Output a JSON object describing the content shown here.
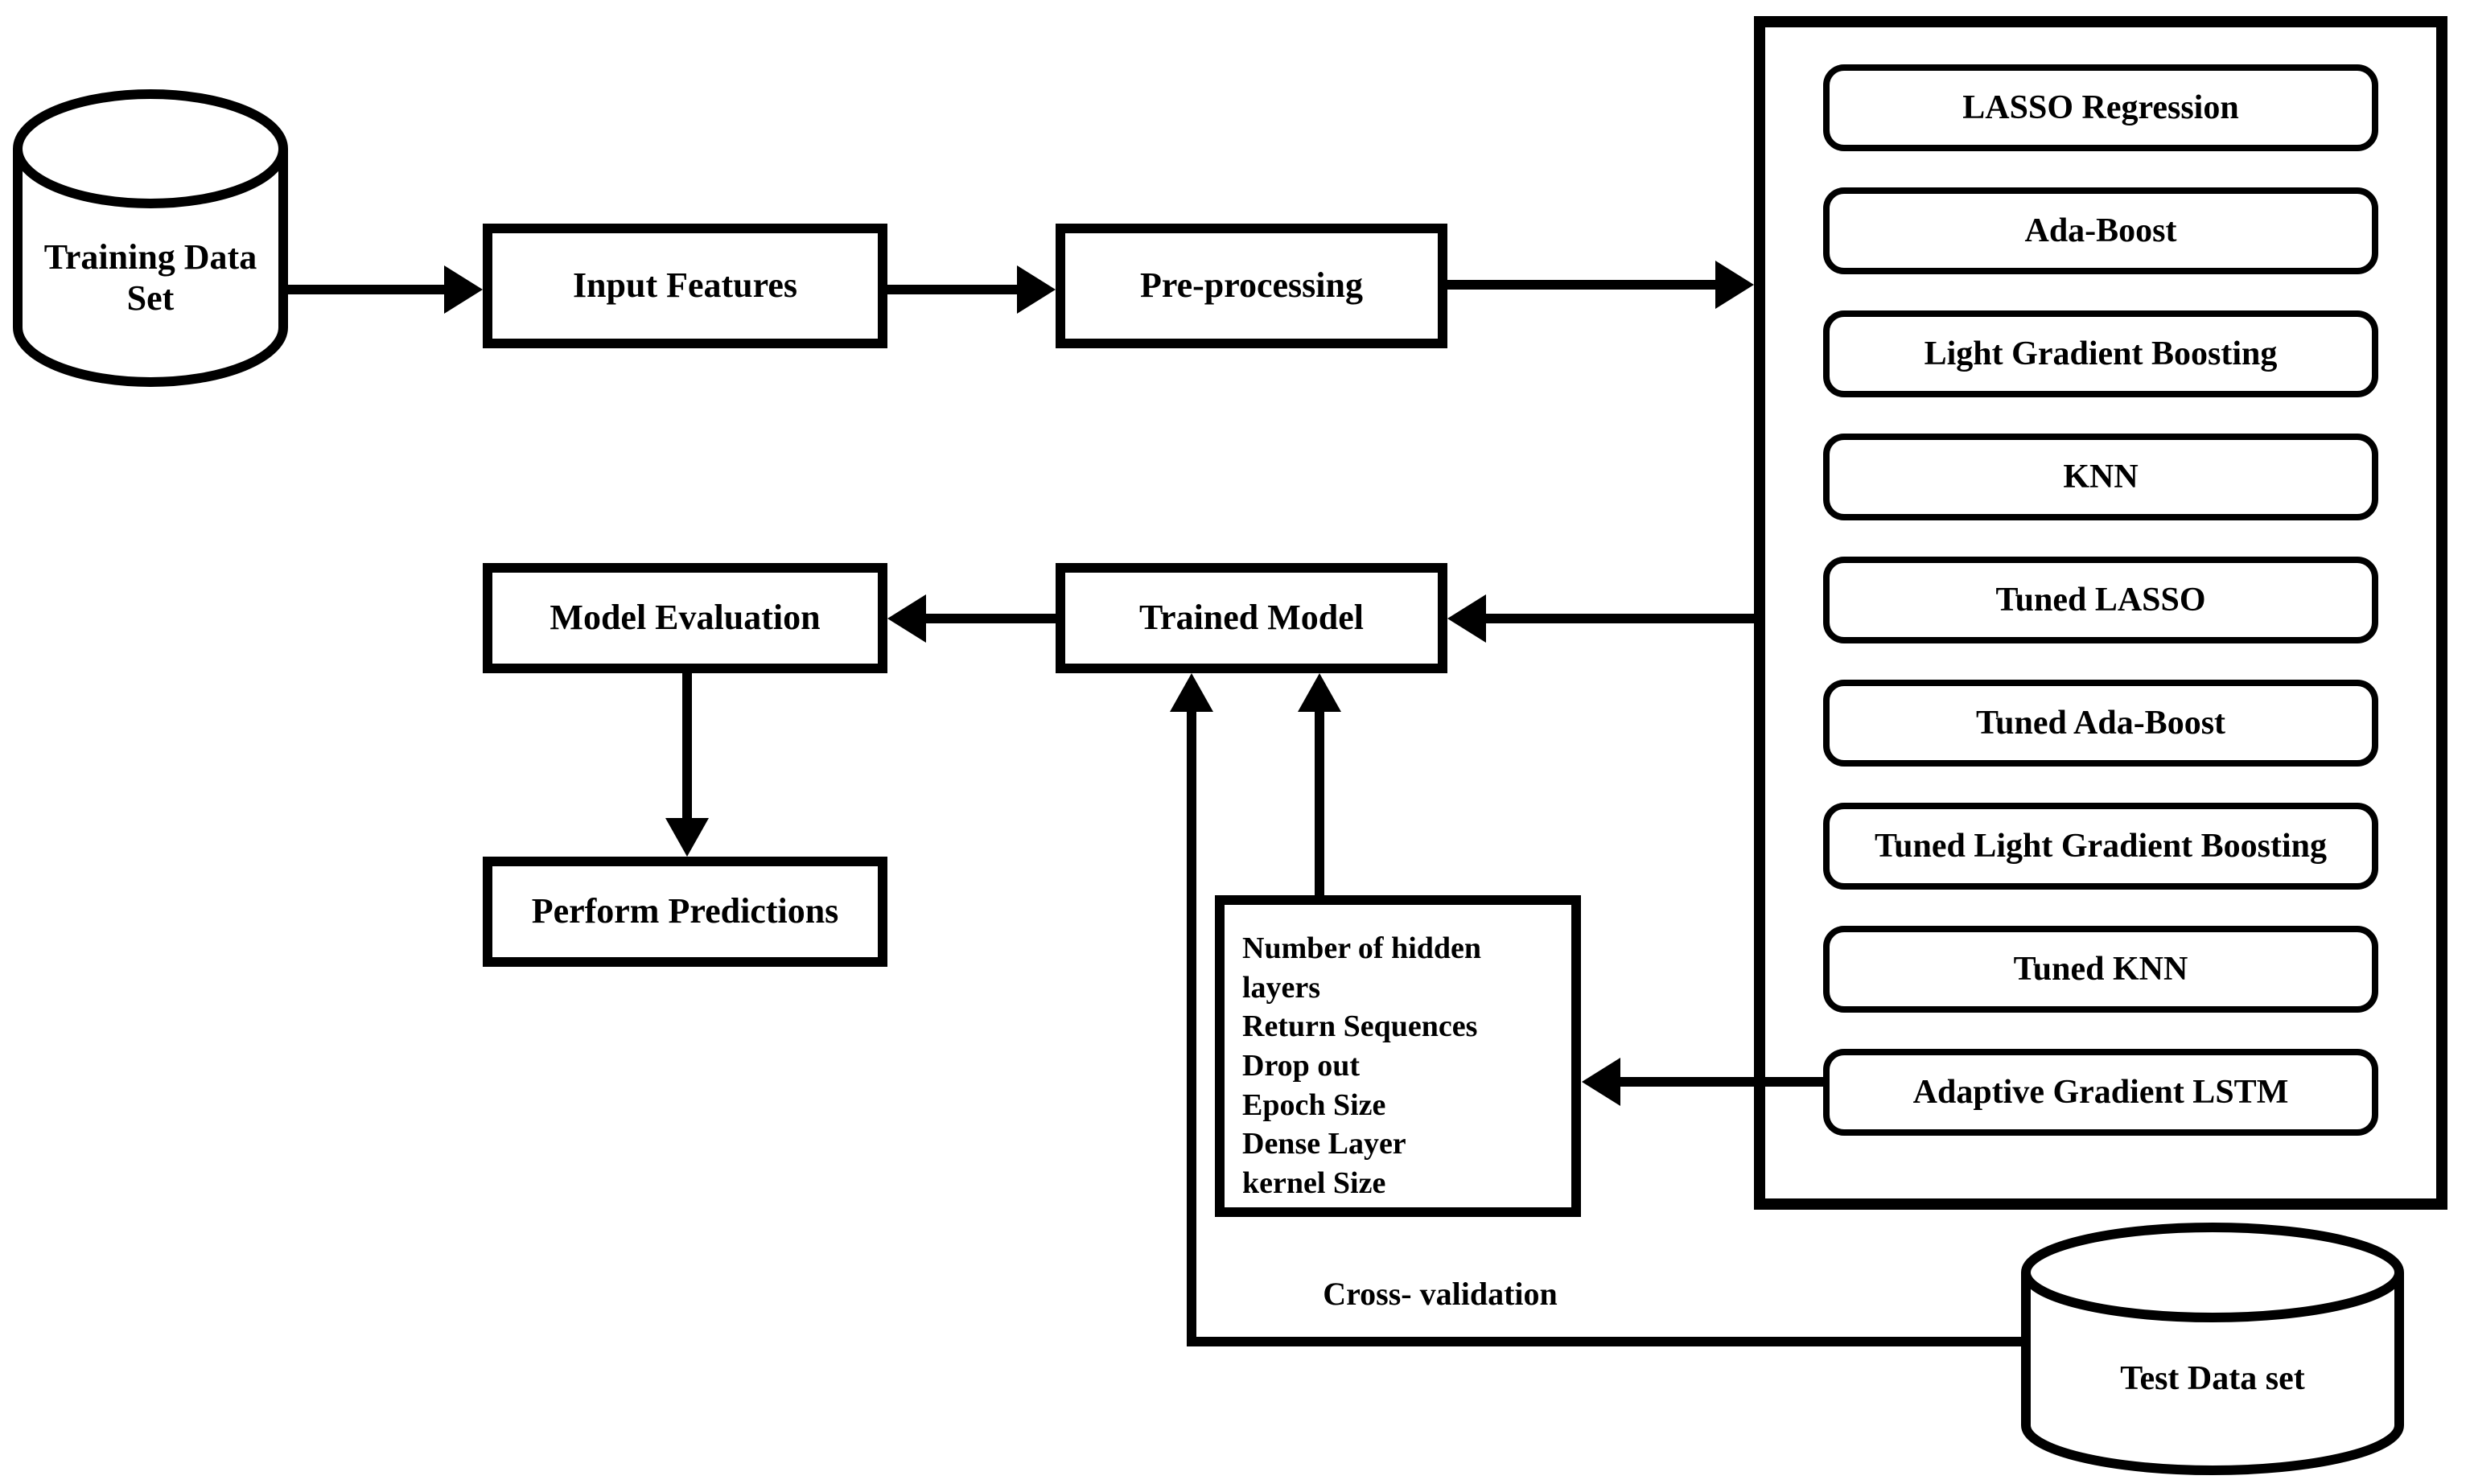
{
  "nodes": {
    "training_data": "Training Data Set",
    "input_features": "Input Features",
    "preprocessing": "Pre-processing",
    "trained_model": "Trained Model",
    "model_evaluation": "Model Evaluation",
    "perform_predictions": "Perform Predictions",
    "test_data": "Test Data set",
    "cross_validation": "Cross- validation"
  },
  "models_panel": {
    "models": [
      "LASSO Regression",
      "Ada-Boost",
      "Light Gradient Boosting",
      "KNN",
      "Tuned LASSO",
      "Tuned Ada-Boost",
      "Tuned Light Gradient Boosting",
      "Tuned KNN",
      "Adaptive Gradient LSTM"
    ]
  },
  "hyperparameters": {
    "items": [
      "Number of hidden layers",
      "Return Sequences",
      "Drop out",
      "Epoch Size",
      "Dense Layer",
      "kernel Size"
    ]
  },
  "colors": {
    "stroke": "#000000",
    "background": "#ffffff"
  }
}
